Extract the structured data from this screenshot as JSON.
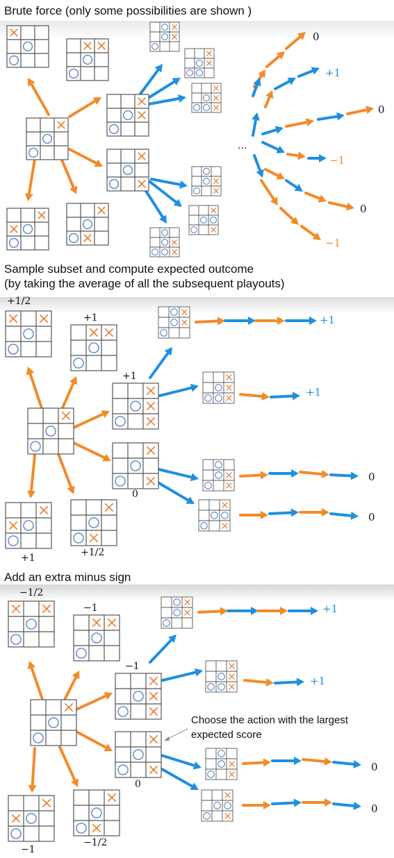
{
  "colors": {
    "x_mark": "#e87a2e",
    "o_mark": "#5a82c4",
    "orange_arrow": "#f28a2a",
    "blue_arrow": "#1f8fe0",
    "grid": "#555555",
    "blue_text": "#1f8fe0",
    "orange_text": "#f28a2a",
    "text": "#111111"
  },
  "icons": {
    "x_mark": "x-mark-icon",
    "o_mark": "o-mark-icon",
    "arrow": "arrow-icon"
  },
  "panels": [
    {
      "heading": "Brute force (only some possibilities are shown )",
      "heading_lines": [
        "Brute force (only some possibilities are shown )"
      ],
      "ellipsis": "...",
      "outcomes": [
        "0",
        "+1",
        "0",
        "−1",
        "0",
        "−1"
      ]
    },
    {
      "heading": "Sample  subset and compute expected outcome (by taking the average of all the subsequent playouts)",
      "heading_lines": [
        "Sample  subset and compute expected outcome",
        "(by taking the average of all the subsequent playouts)"
      ],
      "board_values": [
        "+1/2",
        "+1",
        "+1",
        "0",
        "+1",
        "+1/2"
      ],
      "outcomes": [
        "+1",
        "+1",
        "0",
        "0"
      ]
    },
    {
      "heading": "Add an extra minus sign",
      "heading_lines": [
        "Add an extra minus sign"
      ],
      "board_values": [
        "−1/2",
        "−1",
        "−1",
        "0",
        "−1",
        "−1/2"
      ],
      "outcomes": [
        "+1",
        "+1",
        "0",
        "0"
      ],
      "annotation": [
        "Choose the action with the largest",
        "expected score"
      ]
    }
  ]
}
